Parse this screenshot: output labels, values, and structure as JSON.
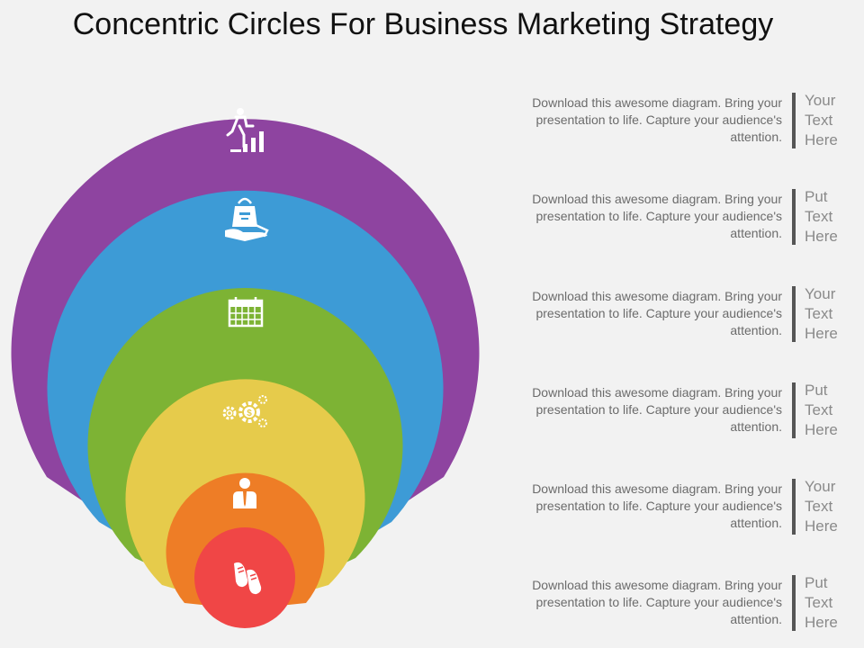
{
  "title": "Concentric Circles For Business Marketing Strategy",
  "colors": {
    "background": "#f2f2f2",
    "rings": [
      "#8e44a0",
      "#3d9bd6",
      "#7db334",
      "#e6cb4b",
      "#ee7d26",
      "#f04646"
    ]
  },
  "rings": [
    {
      "color": "#8e44a0",
      "icon": "business-growth-icon"
    },
    {
      "color": "#3d9bd6",
      "icon": "shopping-bag-hand-icon"
    },
    {
      "color": "#7db334",
      "icon": "calendar-icon"
    },
    {
      "color": "#e6cb4b",
      "icon": "gears-dollar-icon"
    },
    {
      "color": "#ee7d26",
      "icon": "businessman-icon"
    },
    {
      "color": "#f04646",
      "icon": "footprints-icon"
    }
  ],
  "items": [
    {
      "desc": "Download this awesome diagram. Bring your presentation to life. Capture your audience's attention.",
      "label_lines": [
        "Your",
        "Text",
        "Here"
      ]
    },
    {
      "desc": "Download this awesome diagram. Bring your presentation to life. Capture your audience's attention.",
      "label_lines": [
        "Put",
        "Text",
        "Here"
      ]
    },
    {
      "desc": "Download this awesome diagram. Bring your presentation to life. Capture your audience's attention.",
      "label_lines": [
        "Your",
        "Text",
        "Here"
      ]
    },
    {
      "desc": "Download this awesome diagram. Bring your presentation to life. Capture your audience's attention.",
      "label_lines": [
        "Put",
        "Text",
        "Here"
      ]
    },
    {
      "desc": "Download this awesome diagram. Bring your presentation to life. Capture your audience's attention.",
      "label_lines": [
        "Your",
        "Text",
        "Here"
      ]
    },
    {
      "desc": "Download this awesome diagram. Bring your presentation to life. Capture your audience's attention.",
      "label_lines": [
        "Put",
        "Text",
        "Here"
      ]
    }
  ]
}
